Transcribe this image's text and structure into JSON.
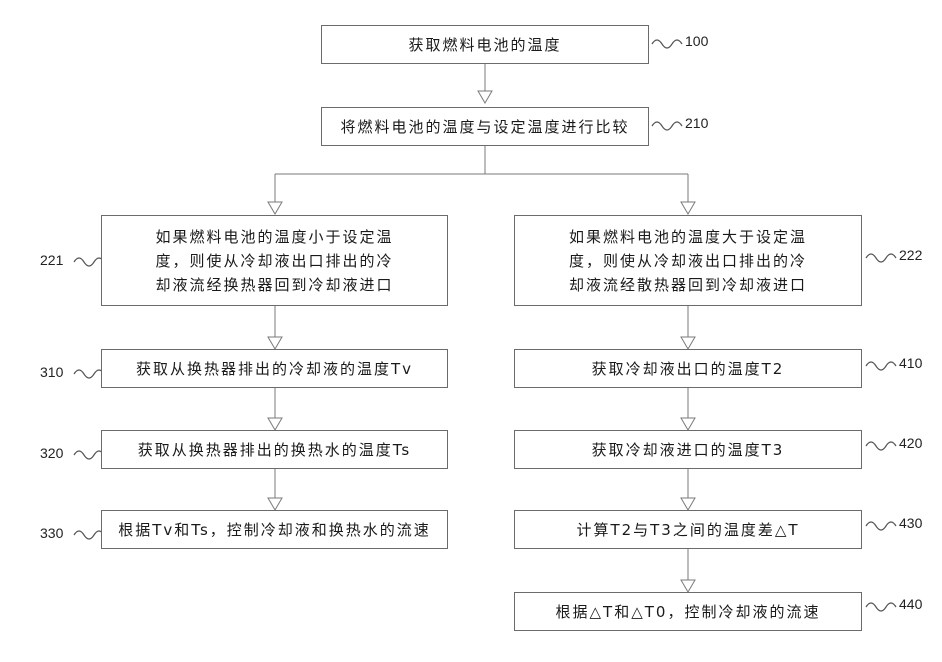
{
  "boxes": {
    "b100": "获取燃料电池的温度",
    "b210": "将燃料电池的温度与设定温度进行比较",
    "b221": [
      "如果燃料电池的温度小于设定温",
      "度，则使从冷却液出口排出的冷",
      "却液流经换热器回到冷却液进口"
    ],
    "b222": [
      "如果燃料电池的温度大于设定温",
      "度，则使从冷却液出口排出的冷",
      "却液流经散热器回到冷却液进口"
    ],
    "b310": "获取从换热器排出的冷却液的温度Tv",
    "b320": "获取从换热器排出的换热水的温度Ts",
    "b330": "根据Tv和Ts，控制冷却液和换热水的流速",
    "b410": "获取冷却液出口的温度T2",
    "b420": "获取冷却液进口的温度T3",
    "b430": "计算T2与T3之间的温度差△T",
    "b440": "根据△T和△T0，控制冷却液的流速"
  },
  "refs": {
    "r100": "100",
    "r210": "210",
    "r221": "221",
    "r222": "222",
    "r310": "310",
    "r320": "320",
    "r330": "330",
    "r410": "410",
    "r420": "420",
    "r430": "430",
    "r440": "440"
  }
}
